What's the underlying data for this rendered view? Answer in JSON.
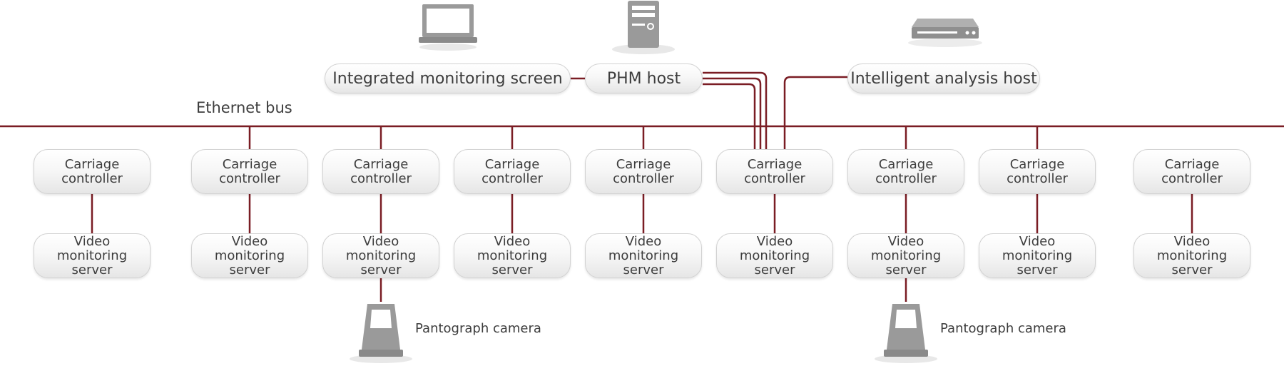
{
  "diagram": {
    "bus_label": "Ethernet bus",
    "top_nodes": {
      "screen": "Integrated monitoring screen",
      "phm": "PHM host",
      "analysis": "Intelligent analysis host"
    },
    "icons": {
      "screen": "monitor-icon",
      "phm": "server-tower-icon",
      "analysis": "network-device-icon",
      "camera": "camera-icon"
    },
    "controller_label": "Carriage controller",
    "server_label": "Video monitoring server",
    "camera_label": "Pantograph camera",
    "columns": [
      {
        "id": 1
      },
      {
        "id": 2
      },
      {
        "id": 3,
        "camera": true
      },
      {
        "id": 4
      },
      {
        "id": 5
      },
      {
        "id": 6,
        "host_links": true
      },
      {
        "id": 7,
        "camera": true
      },
      {
        "id": 8
      },
      {
        "id": 9
      }
    ],
    "colors": {
      "line": "#7a1d24",
      "box_border": "#d2d2d2",
      "icon_gray": "#9a9a9a"
    }
  }
}
